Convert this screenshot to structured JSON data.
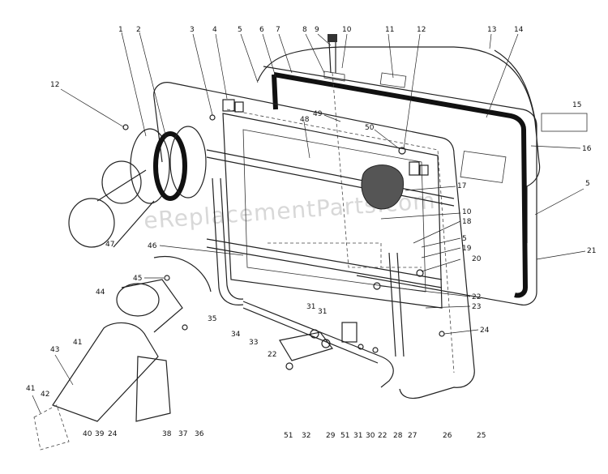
{
  "watermark": "eReplacementParts.com",
  "callouts": [
    {
      "id": "c1",
      "label": "1"
    },
    {
      "id": "c2",
      "label": "2"
    },
    {
      "id": "c3",
      "label": "3"
    },
    {
      "id": "c4",
      "label": "4"
    },
    {
      "id": "c5a",
      "label": "5"
    },
    {
      "id": "c6",
      "label": "6"
    },
    {
      "id": "c7",
      "label": "7"
    },
    {
      "id": "c8",
      "label": "8"
    },
    {
      "id": "c9",
      "label": "9"
    },
    {
      "id": "c10a",
      "label": "10"
    },
    {
      "id": "c11",
      "label": "11"
    },
    {
      "id": "c12a",
      "label": "12"
    },
    {
      "id": "c13",
      "label": "13"
    },
    {
      "id": "c14",
      "label": "14"
    },
    {
      "id": "c12b",
      "label": "12"
    },
    {
      "id": "c15",
      "label": "15"
    },
    {
      "id": "c49",
      "label": "49"
    },
    {
      "id": "c48",
      "label": "48"
    },
    {
      "id": "c50",
      "label": "50"
    },
    {
      "id": "c16",
      "label": "16"
    },
    {
      "id": "c5b",
      "label": "5"
    },
    {
      "id": "c17",
      "label": "17"
    },
    {
      "id": "c10b",
      "label": "10"
    },
    {
      "id": "c18",
      "label": "18"
    },
    {
      "id": "c5c",
      "label": "5"
    },
    {
      "id": "c19",
      "label": "19"
    },
    {
      "id": "c20",
      "label": "20"
    },
    {
      "id": "c21",
      "label": "21"
    },
    {
      "id": "c47",
      "label": "47"
    },
    {
      "id": "c46",
      "label": "46"
    },
    {
      "id": "c45",
      "label": "45"
    },
    {
      "id": "c44",
      "label": "44"
    },
    {
      "id": "c35",
      "label": "35"
    },
    {
      "id": "c34",
      "label": "34"
    },
    {
      "id": "c33",
      "label": "33"
    },
    {
      "id": "c22a",
      "label": "22"
    },
    {
      "id": "c22b",
      "label": "22"
    },
    {
      "id": "c23",
      "label": "23"
    },
    {
      "id": "c24a",
      "label": "24"
    },
    {
      "id": "c31a",
      "label": "31"
    },
    {
      "id": "c31b",
      "label": "31"
    },
    {
      "id": "c43",
      "label": "43"
    },
    {
      "id": "c41a",
      "label": "41"
    },
    {
      "id": "c41b",
      "label": "41"
    },
    {
      "id": "c42",
      "label": "42"
    },
    {
      "id": "c40",
      "label": "40"
    },
    {
      "id": "c39",
      "label": "39"
    },
    {
      "id": "c24b",
      "label": "24"
    },
    {
      "id": "c38",
      "label": "38"
    },
    {
      "id": "c37",
      "label": "37"
    },
    {
      "id": "c36",
      "label": "36"
    },
    {
      "id": "c51a",
      "label": "51"
    },
    {
      "id": "c32",
      "label": "32"
    },
    {
      "id": "c29",
      "label": "29"
    },
    {
      "id": "c51b",
      "label": "51"
    },
    {
      "id": "c31c",
      "label": "31"
    },
    {
      "id": "c30",
      "label": "30"
    },
    {
      "id": "c22c",
      "label": "22"
    },
    {
      "id": "c28",
      "label": "28"
    },
    {
      "id": "c27",
      "label": "27"
    },
    {
      "id": "c26",
      "label": "26"
    },
    {
      "id": "c25",
      "label": "25"
    }
  ]
}
